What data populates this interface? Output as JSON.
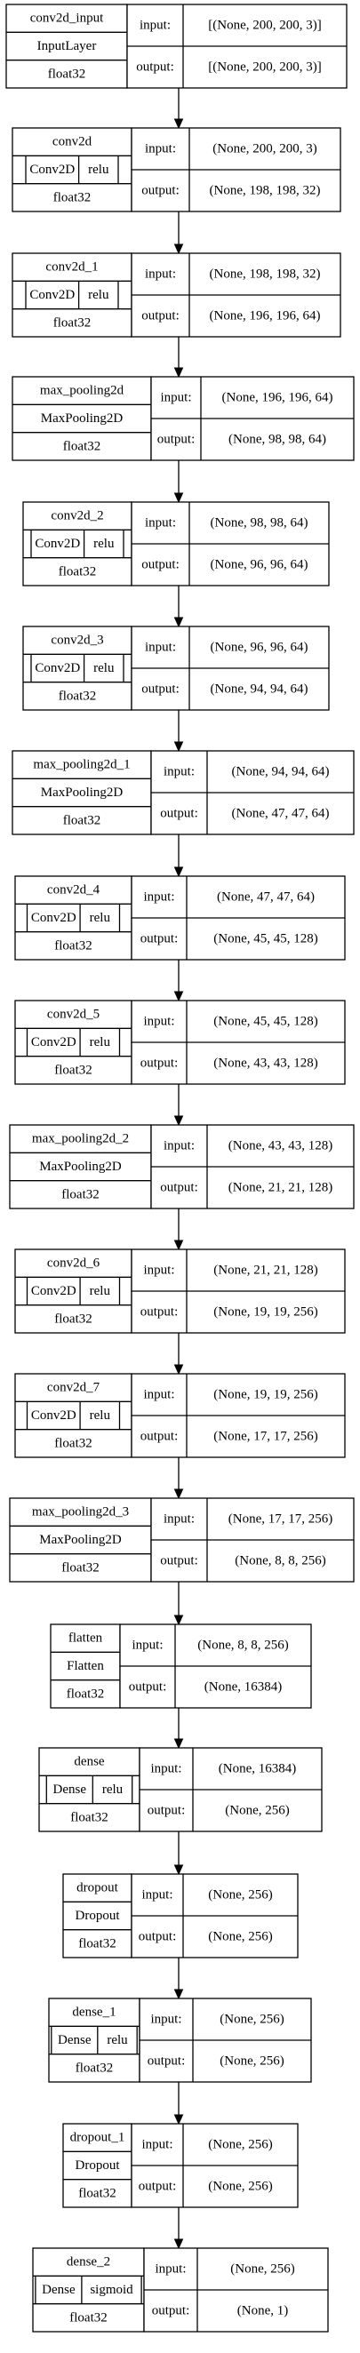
{
  "diagram": {
    "input_label": "input:",
    "output_label": "output:",
    "layers": [
      {
        "name": "conv2d_input",
        "type": "InputLayer",
        "activation": "",
        "dtype": "float32",
        "input": "[(None, 200, 200, 3)]",
        "output": "[(None, 200, 200, 3)]"
      },
      {
        "name": "conv2d",
        "type": "Conv2D",
        "activation": "relu",
        "dtype": "float32",
        "input": "(None, 200, 200, 3)",
        "output": "(None, 198, 198, 32)"
      },
      {
        "name": "conv2d_1",
        "type": "Conv2D",
        "activation": "relu",
        "dtype": "float32",
        "input": "(None, 198, 198, 32)",
        "output": "(None, 196, 196, 64)"
      },
      {
        "name": "max_pooling2d",
        "type": "MaxPooling2D",
        "activation": "",
        "dtype": "float32",
        "input": "(None, 196, 196, 64)",
        "output": "(None, 98, 98, 64)"
      },
      {
        "name": "conv2d_2",
        "type": "Conv2D",
        "activation": "relu",
        "dtype": "float32",
        "input": "(None, 98, 98, 64)",
        "output": "(None, 96, 96, 64)"
      },
      {
        "name": "conv2d_3",
        "type": "Conv2D",
        "activation": "relu",
        "dtype": "float32",
        "input": "(None, 96, 96, 64)",
        "output": "(None, 94, 94, 64)"
      },
      {
        "name": "max_pooling2d_1",
        "type": "MaxPooling2D",
        "activation": "",
        "dtype": "float32",
        "input": "(None, 94, 94, 64)",
        "output": "(None, 47, 47, 64)"
      },
      {
        "name": "conv2d_4",
        "type": "Conv2D",
        "activation": "relu",
        "dtype": "float32",
        "input": "(None, 47, 47, 64)",
        "output": "(None, 45, 45, 128)"
      },
      {
        "name": "conv2d_5",
        "type": "Conv2D",
        "activation": "relu",
        "dtype": "float32",
        "input": "(None, 45, 45, 128)",
        "output": "(None, 43, 43, 128)"
      },
      {
        "name": "max_pooling2d_2",
        "type": "MaxPooling2D",
        "activation": "",
        "dtype": "float32",
        "input": "(None, 43, 43, 128)",
        "output": "(None, 21, 21, 128)"
      },
      {
        "name": "conv2d_6",
        "type": "Conv2D",
        "activation": "relu",
        "dtype": "float32",
        "input": "(None, 21, 21, 128)",
        "output": "(None, 19, 19, 256)"
      },
      {
        "name": "conv2d_7",
        "type": "Conv2D",
        "activation": "relu",
        "dtype": "float32",
        "input": "(None, 19, 19, 256)",
        "output": "(None, 17, 17, 256)"
      },
      {
        "name": "max_pooling2d_3",
        "type": "MaxPooling2D",
        "activation": "",
        "dtype": "float32",
        "input": "(None, 17, 17, 256)",
        "output": "(None, 8, 8, 256)"
      },
      {
        "name": "flatten",
        "type": "Flatten",
        "activation": "",
        "dtype": "float32",
        "input": "(None, 8, 8, 256)",
        "output": "(None, 16384)"
      },
      {
        "name": "dense",
        "type": "Dense",
        "activation": "relu",
        "dtype": "float32",
        "input": "(None, 16384)",
        "output": "(None, 256)"
      },
      {
        "name": "dropout",
        "type": "Dropout",
        "activation": "",
        "dtype": "float32",
        "input": "(None, 256)",
        "output": "(None, 256)"
      },
      {
        "name": "dense_1",
        "type": "Dense",
        "activation": "relu",
        "dtype": "float32",
        "input": "(None, 256)",
        "output": "(None, 256)"
      },
      {
        "name": "dropout_1",
        "type": "Dropout",
        "activation": "",
        "dtype": "float32",
        "input": "(None, 256)",
        "output": "(None, 256)"
      },
      {
        "name": "dense_2",
        "type": "Dense",
        "activation": "sigmoid",
        "dtype": "float32",
        "input": "(None, 256)",
        "output": "(None, 1)"
      }
    ]
  }
}
